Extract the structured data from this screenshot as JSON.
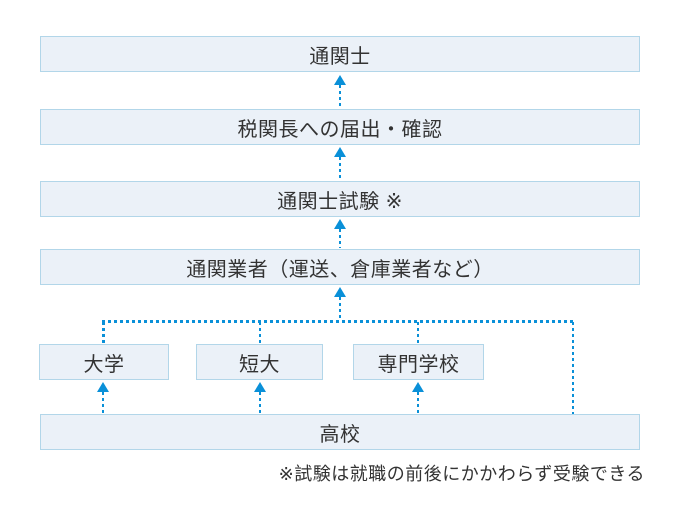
{
  "diagram": {
    "description": "Flowchart of the path to becoming a licensed customs specialist (tsukanshi)",
    "nodes": {
      "customs_specialist": "通関士",
      "notification_to_customs_director": "税関長への届出・確認",
      "customs_specialist_exam": "通関士試験 ※",
      "customs_broker": "通関業者（運送、倉庫業者など）",
      "university": "大学",
      "junior_college": "短大",
      "vocational_school": "専門学校",
      "high_school": "高校"
    },
    "edges": [
      "高校 → 大学",
      "高校 → 短大",
      "高校 → 専門学校",
      "高校 → 通関業者（直接）",
      "大学/短大/専門学校 → 通関業者",
      "通関業者 → 通関士試験",
      "通関士試験 → 税関長への届出・確認",
      "税関長への届出・確認 → 通関士"
    ],
    "footnote": "※試験は就職の前後にかかわらず受験できる",
    "colors": {
      "arrow_blue": "#0a90d8",
      "box_fill": "#ebf1f8",
      "box_border": "#b2d6e9",
      "text": "#333333",
      "background": "#ffffff"
    }
  }
}
